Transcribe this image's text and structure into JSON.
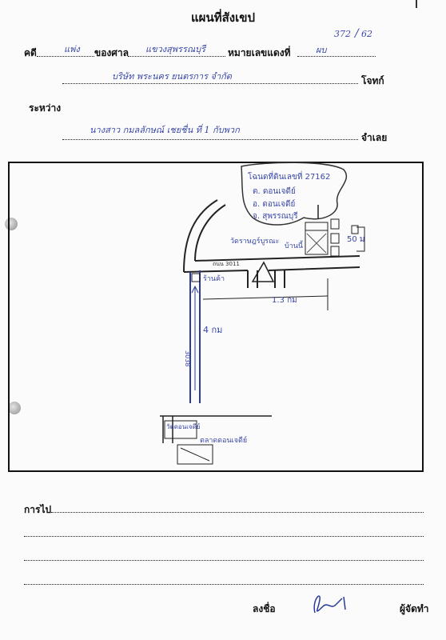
{
  "header": {
    "title": "แผนที่สังเขป",
    "case_label": "คดี",
    "case_type": "แพ่ง",
    "court_label": "ของศาล",
    "court_name": "แขวงสุพรรณบุรี",
    "black_number_label": "หมายเลขแดงที่",
    "black_number_prefix": "ผบ",
    "black_number_value": "372",
    "black_number_year": "62"
  },
  "parties": {
    "plaintiff_value": "บริษัท พระนคร ยนตรการ จำกัด",
    "plaintiff_label": "โจทก์",
    "between_label": "ระหว่าง",
    "defendant_value": "นางสาว กมลลักษณ์ เชยชื่น ที่ 1 กับพวก",
    "defendant_label": "จำเลย"
  },
  "map": {
    "address_lines": [
      "โฉนดที่ดินเลขที่ 27162",
      "ต. ดอนเจดีย์",
      "อ. ดอนเจดีย์",
      "จ. สุพรรณบุรี"
    ],
    "temple_label": "วัดราษฎร์บูรณะ",
    "house_label": "บ้านนี้",
    "shop_label": "ร้านค้า",
    "road_small_label": "ถนน 3011",
    "distance_1": "1.3 กม",
    "distance_2": "4 กม",
    "distance_3": "50 ม",
    "road_vertical_label": "3038",
    "start_label": "วัดดอนเจดีย์",
    "market_label": "ตลาดดอนเจดีย์"
  },
  "footer": {
    "route_label": "การไป",
    "sign_label": "ลงชื่อ",
    "signer_label": "ผู้จัดทำ"
  }
}
